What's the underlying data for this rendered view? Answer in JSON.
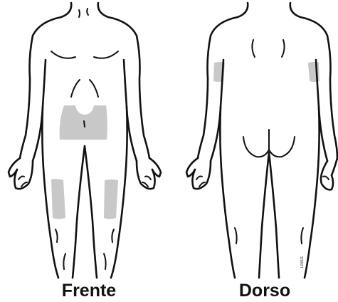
{
  "labels": {
    "front": "Frente",
    "back": "Dorso"
  },
  "figure_code": "L00911",
  "colors": {
    "outline": "#111111",
    "injection_site": "#c8c8c8"
  }
}
